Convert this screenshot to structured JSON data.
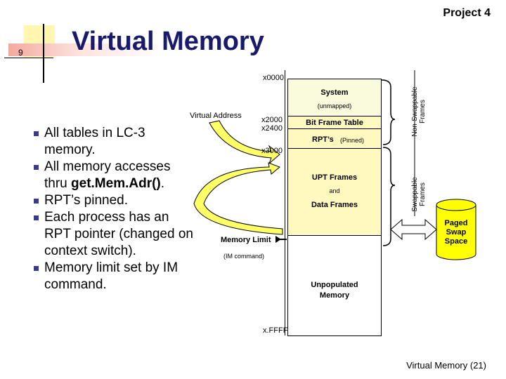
{
  "header": {
    "project_label": "Project 4",
    "slide_number": "9",
    "title": "Virtual Memory"
  },
  "bullets": [
    {
      "pre": "All tables in LC-3 memory.",
      "bold": "",
      "post": ""
    },
    {
      "pre": "All memory accesses thru ",
      "bold": "get.Mem.Adr()",
      "post": "."
    },
    {
      "pre": "RPT’s pinned.",
      "bold": "",
      "post": ""
    },
    {
      "pre": "Each process has an RPT pointer (changed on context switch).",
      "bold": "",
      "post": ""
    },
    {
      "pre": "Memory limit set by IM command.",
      "bold": "",
      "post": ""
    }
  ],
  "diagram": {
    "addr_x0000": "x0000",
    "addr_x2000": "x2000",
    "addr_x2400": "x2400",
    "addr_x3000": "x3000",
    "addr_xFFFF": "x.FFFF",
    "virtual_address": "Virtual Address",
    "system": "System",
    "unmapped": "(unmapped)",
    "bit_frame_table": "Bit Frame Table",
    "rpts": "RPT’s",
    "pinned": "(Pinned)",
    "upt_frames": "UPT Frames",
    "and": "and",
    "data_frames": "Data Frames",
    "memory_limit": "Memory Limit",
    "im_command": "(IM command)",
    "unpopulated": "Unpopulated",
    "memory": "Memory",
    "non_swappable": "Non-Swappable",
    "swappable": "Swappable",
    "frames": "Frames",
    "paged": "Paged",
    "swap": "Swap",
    "space": "Space",
    "colors": {
      "cylinder": "#ffff00",
      "arrow_fill": "#ffff66",
      "box_fill": "#fff9c0"
    }
  },
  "footer": {
    "caption": "Virtual Memory (21)"
  }
}
